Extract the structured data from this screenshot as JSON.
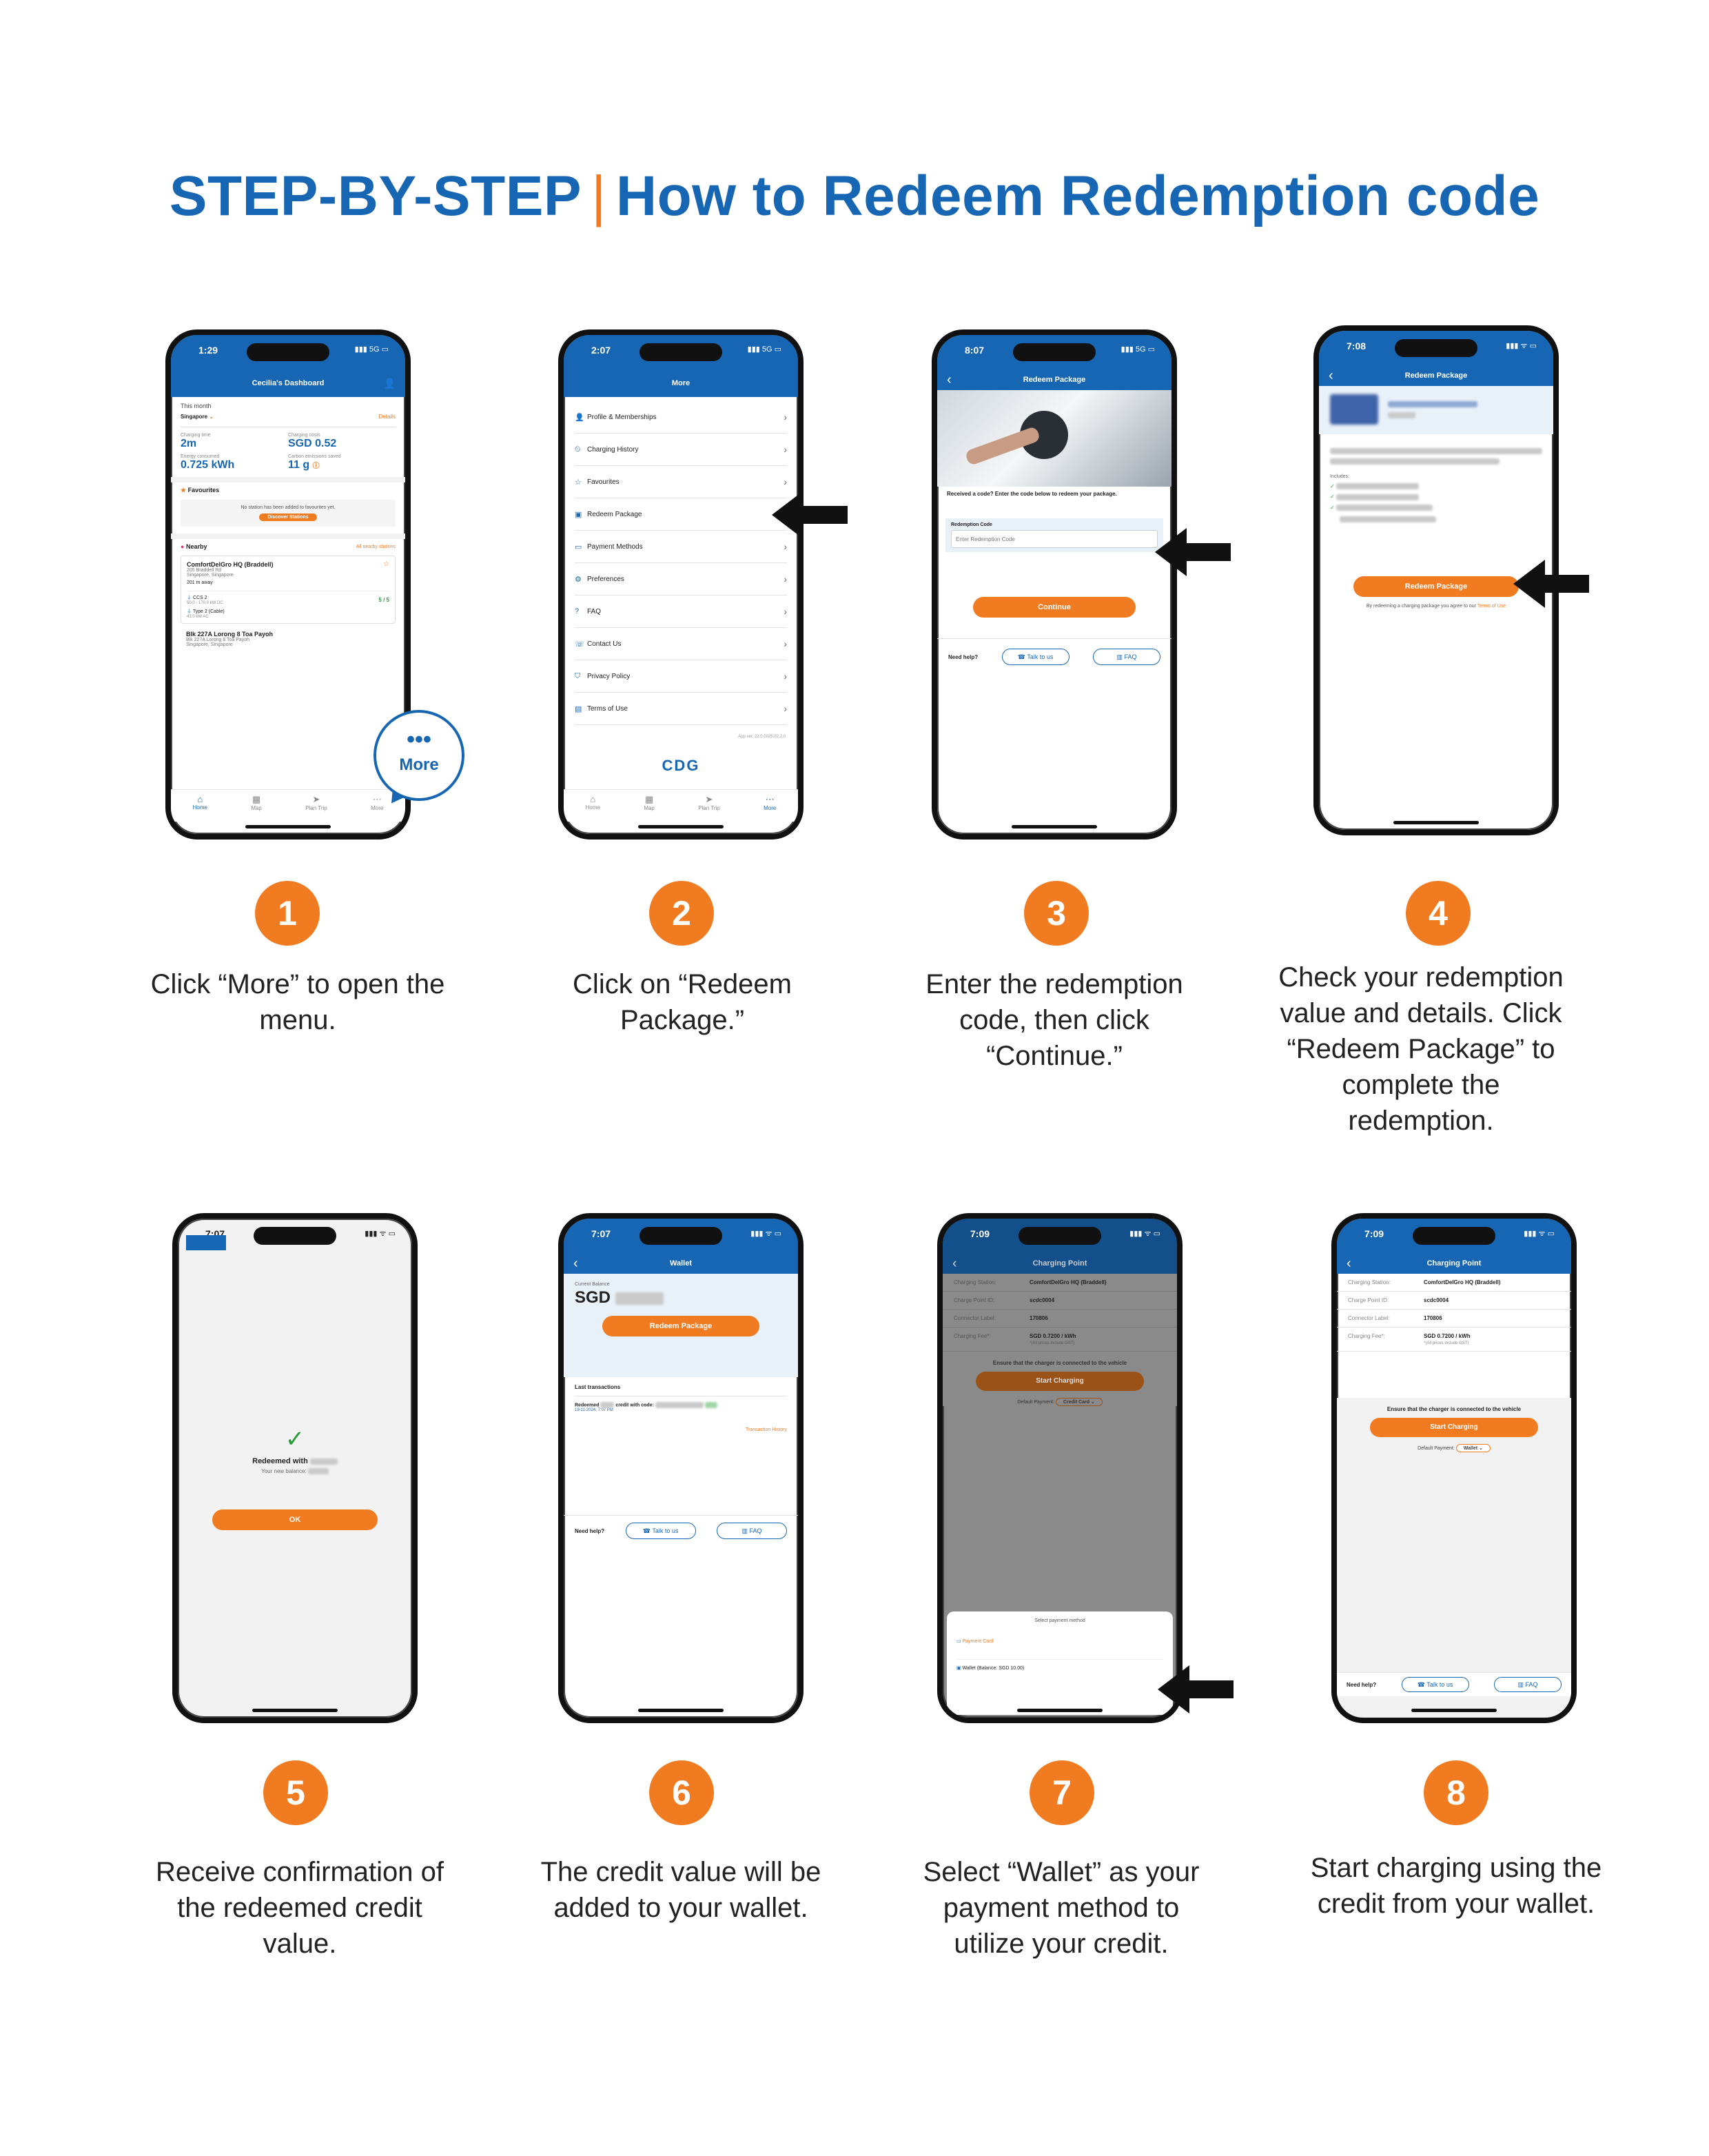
{
  "title": {
    "prefix": "STEP-BY-STEP",
    "separator": "|",
    "main": "How to Redeem Redemption code"
  },
  "colors": {
    "brand_blue": "#1766b3",
    "accent_orange": "#f07b21"
  },
  "steps": [
    {
      "number": "1",
      "caption": "Click “More” to open the menu."
    },
    {
      "number": "2",
      "caption": "Click on “Redeem Package.”"
    },
    {
      "number": "3",
      "caption": "Enter the redemption code, then click “Continue.”"
    },
    {
      "number": "4",
      "caption": "Check your redemption value and details. Click “Redeem Package” to complete the redemption."
    },
    {
      "number": "5",
      "caption": "Receive confirmation of the redeemed credit value."
    },
    {
      "number": "6",
      "caption": "The credit value will be added to your wallet."
    },
    {
      "number": "7",
      "caption": "Select “Wallet” as your payment method to utilize your credit."
    },
    {
      "number": "8",
      "caption": "Start charging using the credit from your wallet."
    }
  ],
  "phone1": {
    "time": "1:29",
    "header": "Cecilia's Dashboard",
    "period": "This month",
    "region": "Singapore",
    "details": "Details",
    "charging_time_label": "Charging time",
    "charging_time": "2m",
    "charging_costs_label": "Charging costs",
    "charging_costs": "SGD 0.52",
    "energy_label": "Energy consumed",
    "energy": "0.725 kWh",
    "carbon_label": "Carbon emissions saved",
    "carbon": "11 g",
    "favourites": "Favourites",
    "fav_empty": "No station has been added to favourites yet.",
    "discover": "Discover Stations",
    "nearby": "Nearby",
    "all_nearby": "All nearby stations",
    "station_name": "ComfortDelGro HQ (Braddell)",
    "station_addr1": "205 Braddell Rd",
    "station_addr2": "Singapore, Singapore",
    "station_dist": "201 m away",
    "conn1": "CCS 2",
    "conn1_spec": "50.0 - 170.0 kW",
    "conn1_type": "DC",
    "conn1_avail": "5 / 5",
    "conn2": "Type 2 (Cable)",
    "conn2_spec": "43.0 kW",
    "conn2_type": "AC",
    "station2_name": "Blk 227A Lorong 8 Toa Payoh",
    "station2_addr1": "Blk 227A Lorong 8 Toa Payoh",
    "station2_addr2": "Singapore, Singapore",
    "more_callout": "More",
    "tabs": [
      "Home",
      "Map",
      "Plan Trip",
      "More"
    ]
  },
  "phone2": {
    "time": "2:07",
    "header": "More",
    "items": [
      "Profile & Memberships",
      "Charging History",
      "Favourites",
      "Redeem Package",
      "Payment Methods",
      "Preferences",
      "FAQ",
      "Contact Us",
      "Privacy Policy",
      "Terms of Use"
    ],
    "version": "App ver. 22.0.0025.02.2.0",
    "logo": "CDG",
    "tabs": [
      "Home",
      "Map",
      "Plan Trip",
      "More"
    ]
  },
  "phone3": {
    "time": "8:07",
    "header": "Redeem Package",
    "prompt": "Received a code? Enter the code below to redeem your package.",
    "field_label": "Redemption Code",
    "placeholder": "Enter Redemption Code",
    "continue": "Continue",
    "need_help": "Need help?",
    "talk": "Talk to us",
    "faq": "FAQ"
  },
  "phone4": {
    "time": "7:08",
    "header": "Redeem Package",
    "includes": "Includes:",
    "button": "Redeem Package",
    "terms_prefix": "By redeeming a charging package you agree to our",
    "terms_link": "Terms of Use"
  },
  "phone5": {
    "time": "7:07",
    "redeemed": "Redeemed with",
    "balance": "Your new balance:",
    "ok": "OK"
  },
  "phone6": {
    "time": "7:07",
    "header": "Wallet",
    "balance_label": "Current Balance",
    "currency": "SGD",
    "button": "Redeem Package",
    "last_tx": "Last transactions",
    "tx_line": "Redeemed",
    "tx_suffix": "credit with code:",
    "tx_date": "19-11-2024, 7:07 PM",
    "history": "Transaction History",
    "need_help": "Need help?",
    "talk": "Talk to us",
    "faq": "FAQ"
  },
  "phone7": {
    "time": "7:09",
    "header": "Charging Point",
    "station_k": "Charging Station:",
    "station_v": "ComfortDelGro HQ (Braddell)",
    "cp_k": "Charge Point ID:",
    "cp_v": "scdc0004",
    "conn_k": "Connector Label:",
    "conn_v": "170806",
    "fee_k": "Charging Fee*:",
    "fee_v": "SGD 0.7200 / kWh",
    "fee_note": "*(All prices include GST)",
    "ensure": "Ensure that the charger is connected to the vehicle",
    "start": "Start Charging",
    "default_pay": "Default Payment:",
    "pay_value": "Credit Card",
    "sheet_title": "Select payment method",
    "opt1": "Payment Card",
    "opt2": "Wallet (Balance: SGD 10.00)"
  },
  "phone8": {
    "time": "7:09",
    "header": "Charging Point",
    "station_k": "Charging Station:",
    "station_v": "ComfortDelGro HQ (Braddell)",
    "cp_k": "Charge Point ID:",
    "cp_v": "scdc0004",
    "conn_k": "Connector Label:",
    "conn_v": "170806",
    "fee_k": "Charging Fee*:",
    "fee_v": "SGD 0.7200 / kWh",
    "fee_note": "*(All prices include GST)",
    "ensure": "Ensure that the charger is connected to the vehicle",
    "start": "Start Charging",
    "default_pay": "Default Payment:",
    "pay_value": "Wallet",
    "need_help": "Need help?",
    "talk": "Talk to us",
    "faq": "FAQ"
  }
}
